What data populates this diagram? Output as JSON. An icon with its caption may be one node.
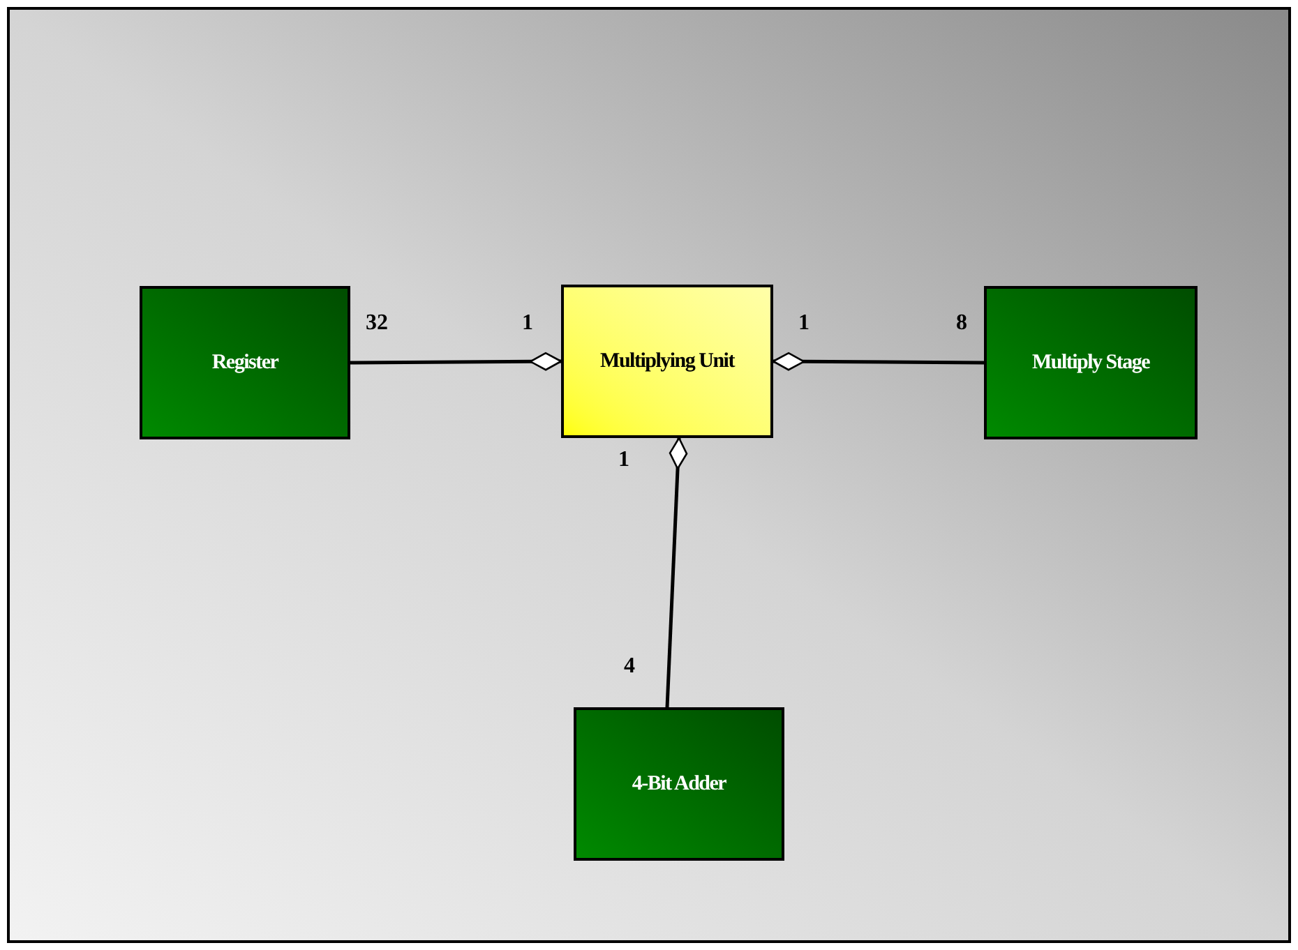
{
  "diagram": {
    "nodes": [
      {
        "text": [
          "Register"
        ]
      },
      {
        "text": [
          "Multiplying Unit"
        ]
      },
      {
        "text": [
          "Multiply Stage"
        ]
      },
      {
        "text": [
          "4-Bit Adder"
        ]
      }
    ],
    "edges": [
      {
        "from": 0,
        "to": 1,
        "arrow": "other"
      },
      {
        "from": 2,
        "to": 1,
        "arrow": "other"
      },
      {
        "from": 3,
        "to": 1,
        "arrow": "other"
      }
    ],
    "labels": [
      "32",
      "1",
      "1",
      "8",
      "1",
      "4"
    ]
  }
}
